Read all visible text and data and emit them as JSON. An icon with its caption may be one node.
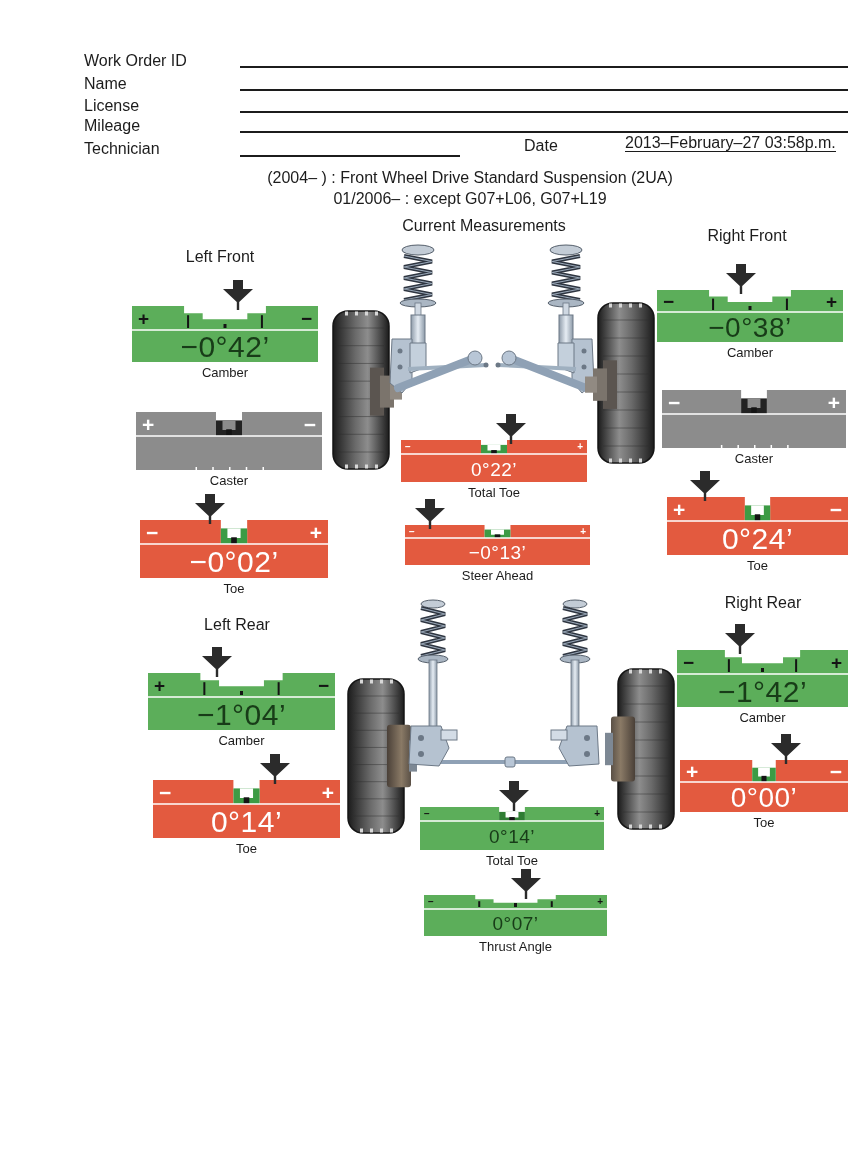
{
  "diagram": {
    "title": "(2004– ) : Front Wheel Drive Standard Suspension (2UA)",
    "nodes": [
      {
        "text": [
          "+",
          "−",
          "−0°42’"
        ],
        "beside": [
          "Camber"
        ]
      },
      {
        "text": [
          "+",
          "−"
        ],
        "beside": [
          "Caster"
        ]
      },
      {
        "text": [
          "−",
          "+",
          "−0°02’"
        ],
        "beside": [
          "Toe"
        ]
      },
      {
        "text": [
          "−",
          "+",
          "0°22’"
        ],
        "beside": [
          "Total Toe"
        ]
      },
      {
        "text": [
          "−",
          "+",
          "−0°13’"
        ],
        "beside": [
          "Steer Ahead"
        ]
      },
      {
        "text": [
          "−",
          "+",
          "−0°38’"
        ],
        "beside": [
          "Camber"
        ]
      },
      {
        "text": [
          "−",
          "+"
        ],
        "beside": [
          "Caster"
        ]
      },
      {
        "text": [
          "+",
          "−",
          "0°24’"
        ],
        "beside": [
          "Toe"
        ]
      },
      {
        "text": [
          "+",
          "−",
          "−1°04’"
        ],
        "beside": [
          "Camber"
        ]
      },
      {
        "text": [
          "−",
          "+",
          "0°14’"
        ],
        "beside": [
          "Toe"
        ]
      },
      {
        "text": [
          "−",
          "+",
          "0°14’"
        ],
        "beside": [
          "Total Toe"
        ]
      },
      {
        "text": [
          "−",
          "+",
          "0°07’"
        ],
        "beside": [
          "Thrust Angle"
        ]
      },
      {
        "text": [
          "−",
          "+",
          "−1°42’"
        ],
        "beside": [
          "Camber"
        ]
      },
      {
        "text": [
          "+",
          "−",
          "0°00’"
        ],
        "beside": [
          "Toe"
        ]
      }
    ],
    "labels": [
      "Work Order ID",
      "Name",
      "License",
      "Mileage",
      "Technician",
      "Date",
      "2013–February–27 03:58p.m.",
      "01/2006– : except G07+L06, G07+L19",
      "Current Measurements",
      "Left Front",
      "Right Front",
      "Left Rear",
      "Right Rear"
    ]
  }
}
